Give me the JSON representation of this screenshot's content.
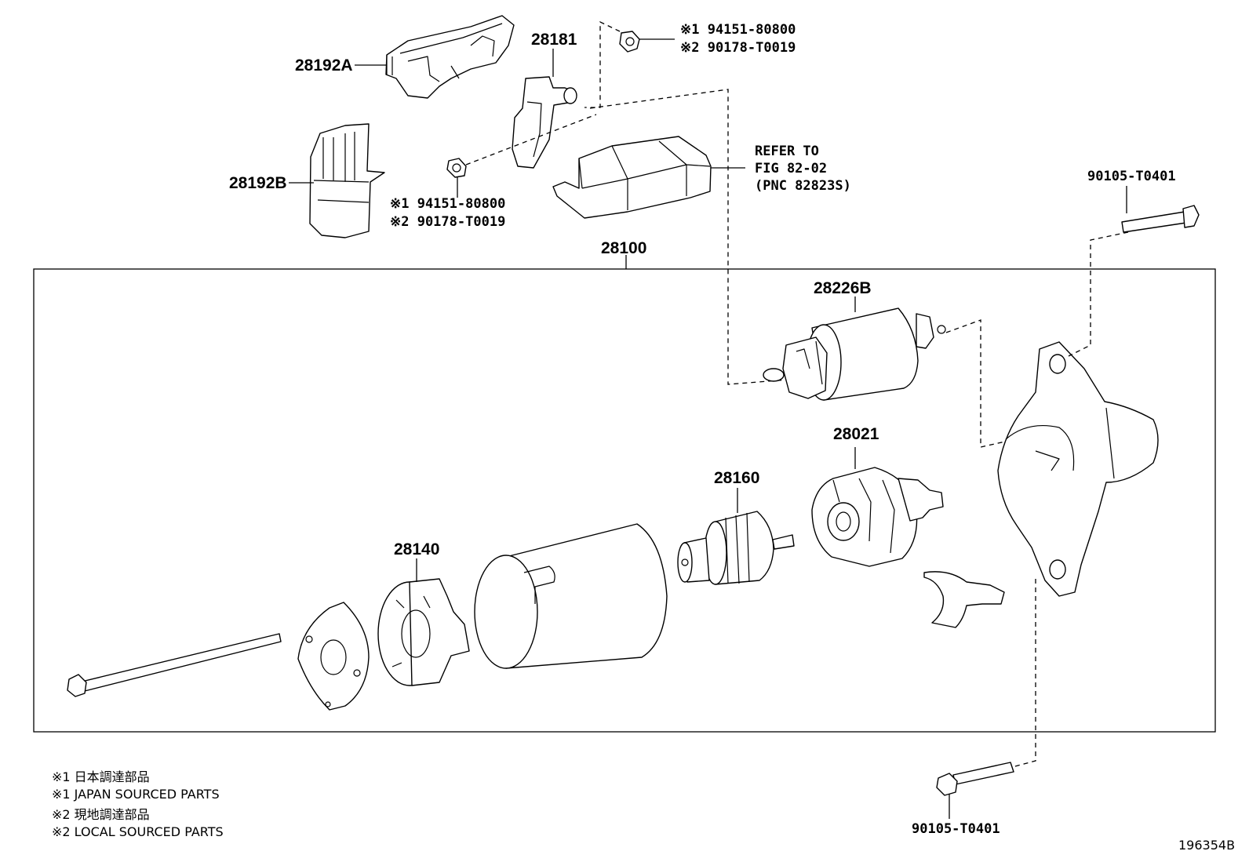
{
  "labels": {
    "p28192A": "28192A",
    "p28181": "28181",
    "p28192B": "28192B",
    "p28100": "28100",
    "p28226B": "28226B",
    "p28021": "28021",
    "p28160": "28160",
    "p28140": "28140",
    "bolt_top": "90105-T0401",
    "bolt_bottom": "90105-T0401",
    "figure_id": "196354B"
  },
  "nut_top": {
    "line1": "※1 94151-80800",
    "line2": "※2 90178-T0019"
  },
  "nut_mid": {
    "line1": "※1 94151-80800",
    "line2": "※2 90178-T0019"
  },
  "refer": {
    "line1": "REFER TO",
    "line2": "FIG 82-02",
    "line3": "(PNC 82823S)"
  },
  "legend": {
    "l1": "※1 日本調達部品",
    "l2": "※1 JAPAN SOURCED PARTS",
    "l3": "※2 現地調達部品",
    "l4": "※2 LOCAL SOURCED PARTS"
  }
}
